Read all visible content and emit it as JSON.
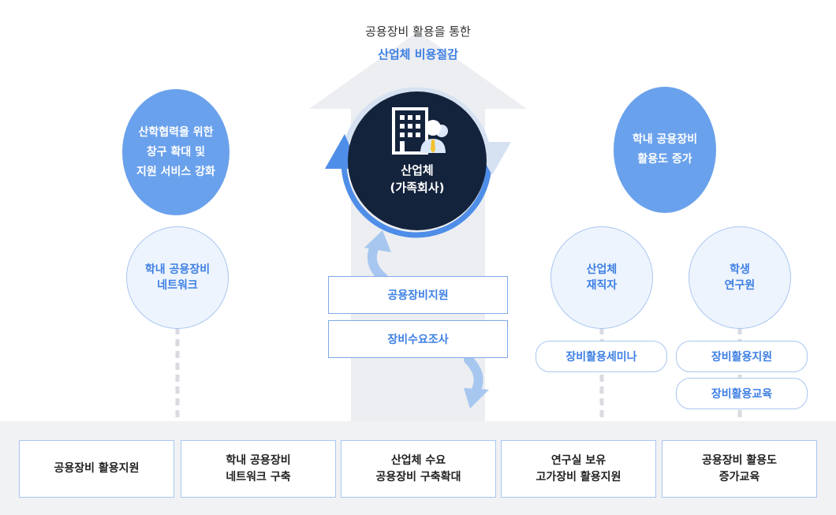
{
  "header": {
    "line1": "공용장비 활용을 통한",
    "line2": "산업체 비용절감"
  },
  "center": {
    "label": "산업체\n(가족회사)"
  },
  "left": {
    "big": "산학협력을 위한\n창구 확대 및\n지원 서비스 강화",
    "small": "학내 공용장비\n네트워크"
  },
  "middle": {
    "box1": "공용장비지원",
    "box2": "장비수요조사"
  },
  "right": {
    "big": "학내 공용장비\n활용도 증가",
    "small1": "산업체\n재직자",
    "small2": "학생\n연구원",
    "pill1": "장비활용세미나",
    "pill2": "장비활용지원",
    "pill3": "장비활용교육"
  },
  "bottom": [
    "공용장비 활용지원",
    "학내 공용장비\n네트워크 구축",
    "산업체 수요\n공용장비 구축확대",
    "연구실 보유\n고가장비 활용지원",
    "공용장비 활용도\n증가교육"
  ],
  "colors": {
    "accent": "#3d7fe3",
    "big_circle": "#6aa1ec",
    "center_circle": "#14233c",
    "arrow_bg": "#eceef1"
  }
}
